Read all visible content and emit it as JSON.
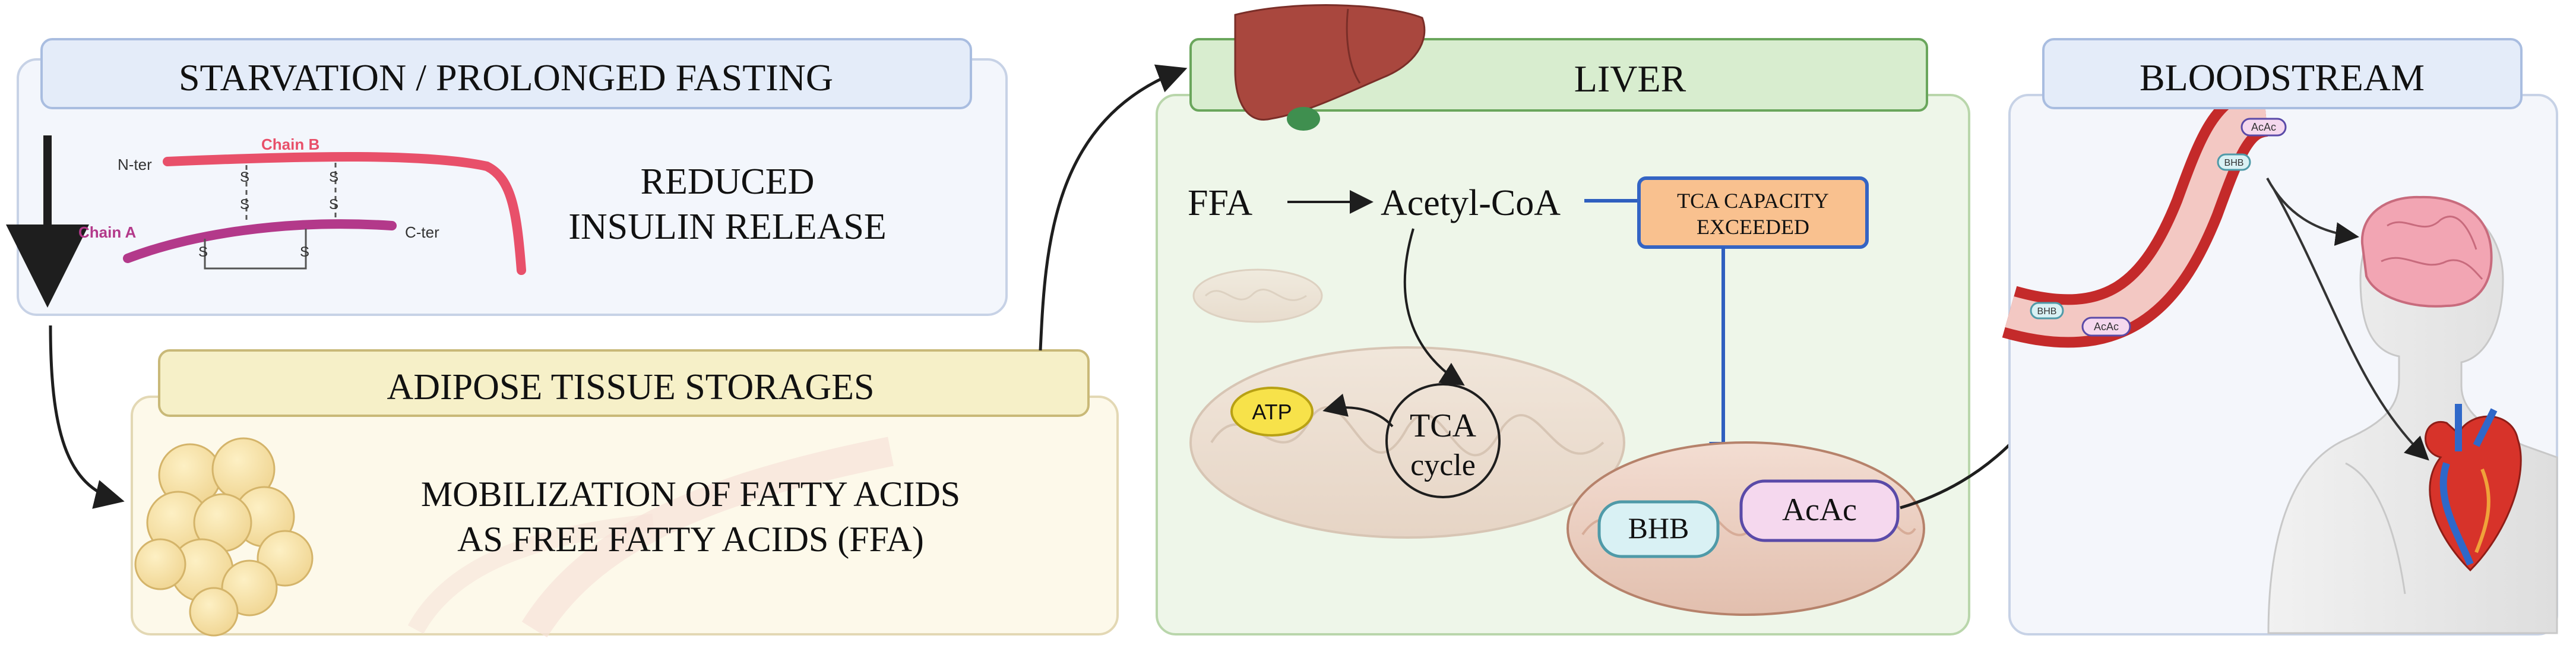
{
  "panels": {
    "starvation": {
      "title": "STARVATION / PROLONGED FASTING",
      "insulin_line1": "REDUCED",
      "insulin_line2": "INSULIN RELEASE",
      "insulin_labels": {
        "chain_a": "Chain A",
        "chain_b": "Chain B",
        "n_ter": "N-ter",
        "c_ter": "C-ter",
        "s": "S"
      }
    },
    "adipose": {
      "title": "ADIPOSE TISSUE STORAGES",
      "text_line1": "MOBILIZATION OF FATTY ACIDS",
      "text_line2": "AS FREE FATTY ACIDS (FFA)"
    },
    "liver": {
      "title": "LIVER",
      "ffa": "FFA",
      "acetyl_coa": "Acetyl-CoA",
      "tca_capacity_line1": "TCA CAPACITY",
      "tca_capacity_line2": "EXCEEDED",
      "atp": "ATP",
      "tca_line1": "TCA",
      "tca_line2": "cycle",
      "bhb": "BHB",
      "acac": "AcAc"
    },
    "bloodstream": {
      "title": "BLOODSTREAM",
      "vessel_acac": "AcAc",
      "vessel_bhb": "BHB"
    }
  },
  "colors": {
    "title_bar_blue": "#e4ecf9",
    "title_bar_blue_border": "#a9bde0",
    "title_bar_yellow": "#f6f0c8",
    "title_bar_yellow_border": "#c9b978",
    "title_bar_green": "#d8edcf",
    "title_bar_green_border": "#6aa65c",
    "panel_blue_bg": "#f3f6fc",
    "panel_yellow_bg": "#fdf9ea",
    "panel_green_bg": "#eef6e9",
    "insulin_red": "#e8506a",
    "insulin_magenta": "#b3398a",
    "tca_exceeded_fill": "#f9c18f",
    "tca_exceeded_border": "#3464c4",
    "atp_fill": "#f7e24a",
    "bhb_fill": "#d9f1f4",
    "acac_fill": "#f5d8ee",
    "vessel_red": "#c42a2a",
    "liver_brown": "#a9473e"
  }
}
